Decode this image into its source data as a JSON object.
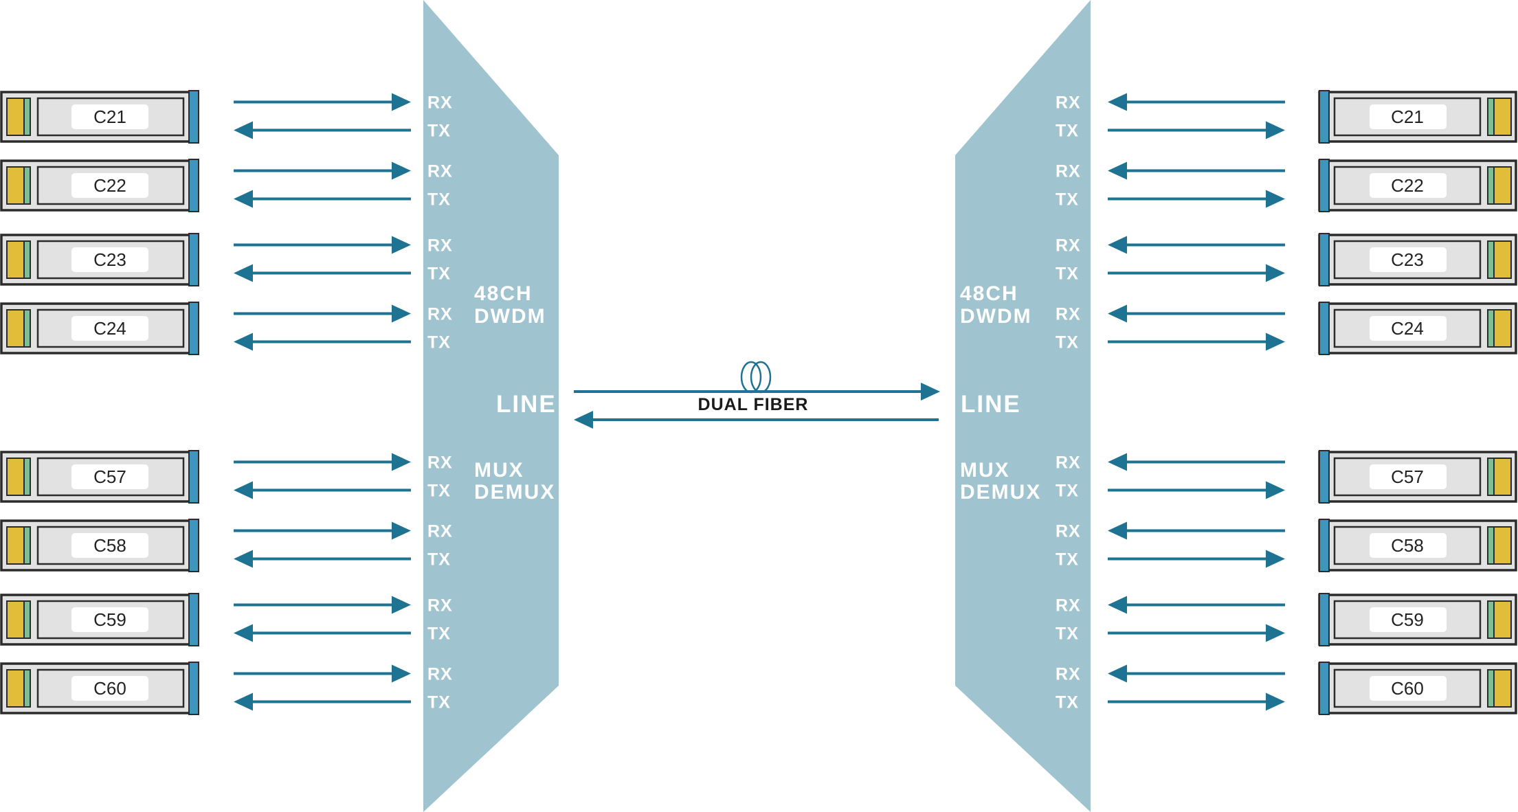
{
  "colors": {
    "mux_fill": "#a0c4cf",
    "arrow": "#1e7292",
    "module_body": "#e2e2e2",
    "module_outline": "#2b2b2b",
    "latch_yellow": "#e2bd3a",
    "latch_green": "#7fbe96",
    "edge_blue": "#3f96bd"
  },
  "mux_left": {
    "title": [
      "48CH",
      "DWDM"
    ],
    "line": "LINE",
    "subtitle": [
      "MUX",
      "DEMUX"
    ]
  },
  "mux_right": {
    "title": [
      "48CH",
      "DWDM"
    ],
    "line": "LINE",
    "subtitle": [
      "MUX",
      "DEMUX"
    ]
  },
  "ports": {
    "rx": "RX",
    "tx": "TX"
  },
  "fiber": {
    "label": "DUAL FIBER",
    "icon": "fiber-coil-icon"
  },
  "channels_left": [
    "C21",
    "C22",
    "C23",
    "C24",
    "C57",
    "C58",
    "C59",
    "C60"
  ],
  "channels_right": [
    "C21",
    "C22",
    "C23",
    "C24",
    "C57",
    "C58",
    "C59",
    "C60"
  ]
}
